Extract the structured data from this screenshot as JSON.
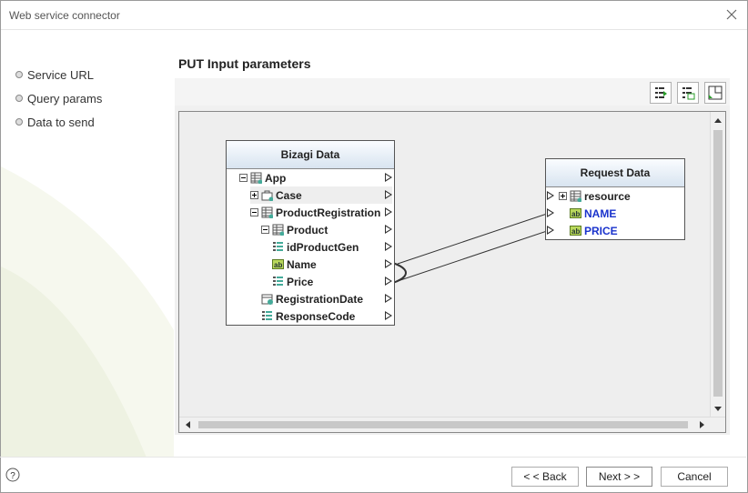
{
  "window": {
    "title": "Web service connector"
  },
  "nav": {
    "items": [
      {
        "label": "Service URL"
      },
      {
        "label": "Query params"
      },
      {
        "label": "Data to send"
      }
    ]
  },
  "section_title": "PUT Input parameters",
  "toolbar": {
    "icons": [
      "auto-map-icon",
      "clear-mapping-icon",
      "fit-view-icon"
    ]
  },
  "source_tree": {
    "title": "Bizagi Data",
    "rows": [
      {
        "label": "App",
        "icon": "entity-icon",
        "expander": "minus"
      },
      {
        "label": "Case",
        "icon": "case-icon",
        "expander": "plus"
      },
      {
        "label": "ProductRegistration",
        "icon": "entity-icon",
        "expander": "minus"
      },
      {
        "label": "Product",
        "icon": "entity-icon",
        "expander": "minus"
      },
      {
        "label": "idProductGen",
        "icon": "attribute-icon",
        "expander": ""
      },
      {
        "label": "Name",
        "icon": "string-icon",
        "expander": ""
      },
      {
        "label": "Price",
        "icon": "attribute-icon",
        "expander": ""
      },
      {
        "label": "RegistrationDate",
        "icon": "date-icon",
        "expander": ""
      },
      {
        "label": "ResponseCode",
        "icon": "attribute-icon",
        "expander": ""
      }
    ]
  },
  "target_tree": {
    "title": "Request Data",
    "rows": [
      {
        "label": "resource",
        "icon": "entity-icon",
        "expander": "plus"
      },
      {
        "label": "NAME",
        "icon": "string-icon",
        "expander": ""
      },
      {
        "label": "PRICE",
        "icon": "string-icon",
        "expander": ""
      }
    ]
  },
  "mappings": [
    {
      "from": "Name",
      "to": "NAME"
    },
    {
      "from": "Price",
      "to": "PRICE"
    }
  ],
  "footer": {
    "back": "< < Back",
    "next": "Next > >",
    "cancel": "Cancel"
  }
}
